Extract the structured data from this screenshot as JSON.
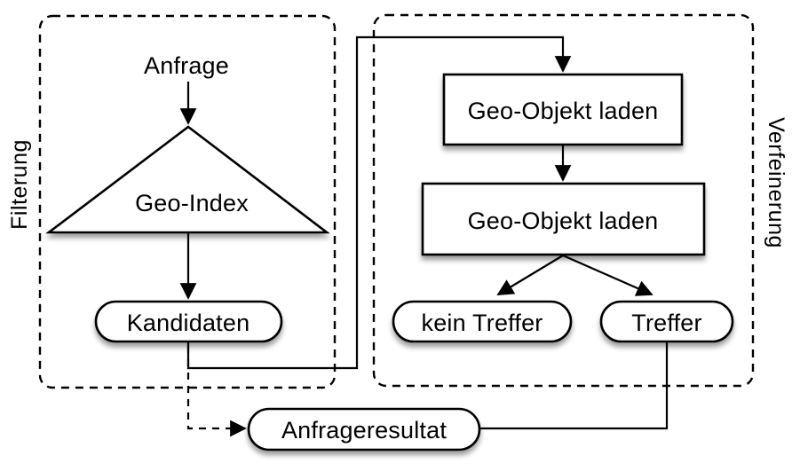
{
  "diagram": {
    "sections": {
      "filterung": "Filterung",
      "verfeinerung": "Verfeinerung"
    },
    "nodes": {
      "anfrage": "Anfrage",
      "geo_index": "Geo-Index",
      "kandidaten": "Kandidaten",
      "geo_objekt_laden_1": "Geo-Objekt laden",
      "geo_objekt_laden_2": "Geo-Objekt laden",
      "kein_treffer": "kein Treffer",
      "treffer": "Treffer",
      "anfrageresultat": "Anfrageresultat"
    },
    "colors": {
      "stroke": "#000000",
      "shape_fill": "#ffffff",
      "background": "#ffffff"
    }
  }
}
